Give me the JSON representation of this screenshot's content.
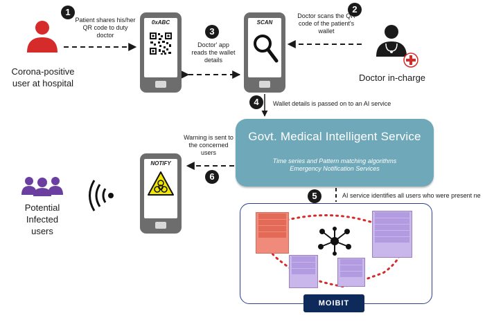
{
  "actors": {
    "patient_label": "Corona-positive user at hospital",
    "doctor_label": "Doctor in-charge",
    "infected_label": "Potential Infected users"
  },
  "phones": {
    "wallet_title": "0xABC",
    "scan_title": "SCAN",
    "notify_title": "NOTIFY"
  },
  "steps": [
    {
      "num": "1",
      "text": "Patient shares his/her QR code to duty doctor"
    },
    {
      "num": "2",
      "text": "Doctor scans the QR code of the patient's wallet"
    },
    {
      "num": "3",
      "text": "Doctor' app reads the wallet details"
    },
    {
      "num": "4",
      "text": "Wallet details is passed on to an AI service"
    },
    {
      "num": "5",
      "text": "AI service identifies all users who were present ne"
    },
    {
      "num": "6",
      "text": "Warning is sent to the concerned users"
    }
  ],
  "service": {
    "title": "Govt. Medical Intelligent Service",
    "line1": "Time series and Pattern matching algorithms",
    "line2": "Emergency Notification Services"
  },
  "moibit": {
    "logo_text": "MOIBIT"
  },
  "colors": {
    "patient_red": "#d52b2b",
    "service_teal": "#6fa8b8",
    "infected_purple": "#6a3fa0",
    "moibit_navy": "#0e2a5a",
    "hazard_yellow": "#f2e600"
  },
  "icons": [
    "user-icon",
    "doctor-icon",
    "medical-cross-icon",
    "qr-code-icon",
    "magnifier-icon",
    "biohazard-icon",
    "wireless-signal-icon",
    "network-icon"
  ]
}
